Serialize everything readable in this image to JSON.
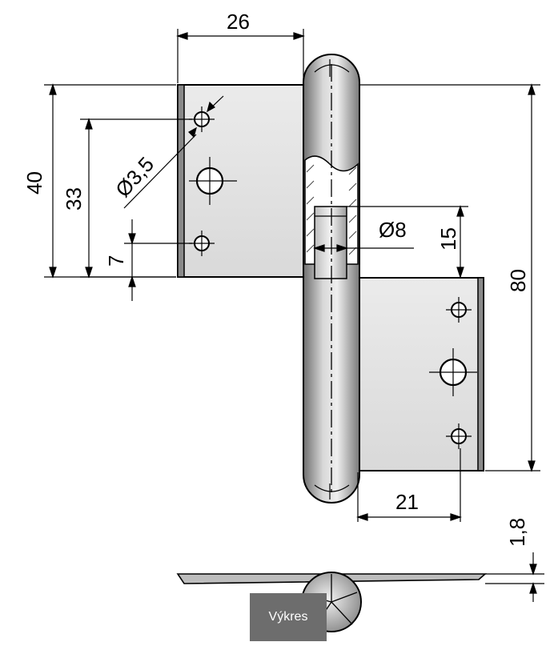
{
  "dimensions": {
    "width_top_leaf": "26",
    "height_top_leaf": "40",
    "hole_spacing": "33",
    "hole_edge_offset": "7",
    "hole_diameter": "Ø3,5",
    "pin_diameter": "Ø8",
    "pin_height": "15",
    "total_height": "80",
    "width_bottom_leaf": "21",
    "thickness": "1,8"
  },
  "badge": {
    "label": "Výkres"
  },
  "colors": {
    "metal_light": "#e6e6e6",
    "metal_dark": "#7a7a7a",
    "line": "#000000",
    "badge": "#6d6d6d"
  }
}
